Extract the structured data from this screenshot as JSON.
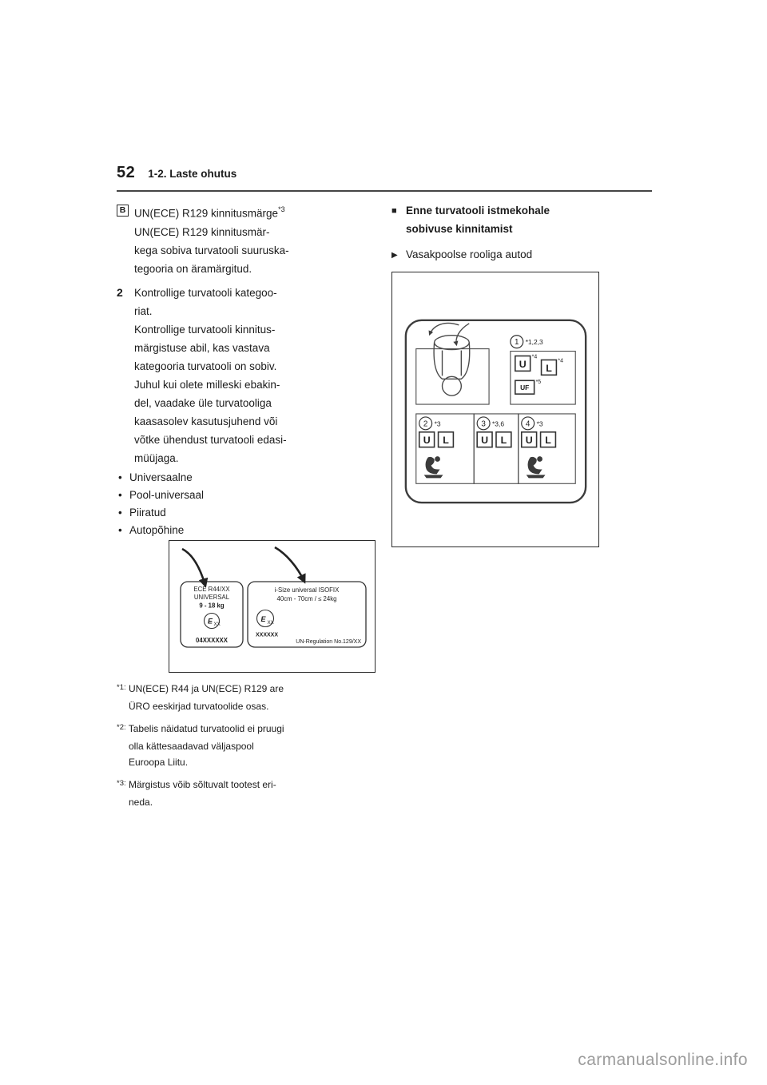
{
  "glyphs": {
    "bullet": "•",
    "square_marker": "■",
    "arrow_marker": "▶"
  },
  "header": {
    "page_number": "52",
    "section_title": "1-2. Laste ohutus"
  },
  "left": {
    "item_b": {
      "marker": "B",
      "title": "UN(ECE) R129 kinnitusmärge",
      "title_sup": "*3",
      "body_lines": [
        "UN(ECE) R129 kinnitusmär-",
        "kega sobiva turvatooli suuruska-",
        "tegooria on äramärgitud."
      ]
    },
    "step2": {
      "number": "2",
      "lines": [
        "Kontrollige turvatooli kategoo-",
        "riat.",
        "Kontrollige turvatooli kinnitus-",
        "märgistuse abil, kas vastava",
        "kategooria turvatooli on sobiv.",
        "Juhul kui olete milleski ebakin-",
        "del, vaadake üle turvatooliga",
        "kaasasolev kasutusjuhend või",
        "võtke ühendust turvatooli edasi-",
        "müüjaga."
      ]
    },
    "bullets": [
      "Universaalne",
      "Pool-universaal",
      "Piiratud",
      "Autopõhine"
    ],
    "label_figure": {
      "ece": {
        "reg_line": "ECE R44/XX",
        "universal": "UNIVERSAL",
        "weight": "9 - 18 kg",
        "e_mark": "E",
        "e_mark_sub": "XX",
        "approval": "04XXXXXX"
      },
      "isize": {
        "title": "i-Size universal ISOFIX",
        "range": "40cm - 70cm / ≤ 24kg",
        "e_mark": "E",
        "e_mark_sub": "XX",
        "code": "XXXXXX",
        "regulation": "UN-Regulation No.129/XX"
      }
    },
    "footnotes": [
      {
        "marker": "*1:",
        "lines": [
          "UN(ECE) R44 ja UN(ECE) R129 are",
          "ÜRO eeskirjad turvatoolide osas."
        ]
      },
      {
        "marker": "*2:",
        "lines": [
          "Tabelis näidatud turvatoolid ei pruugi",
          "olla kättesaadavad väljaspool",
          "Euroopa Liitu."
        ]
      },
      {
        "marker": "*3:",
        "lines": [
          "Märgistus võib sõltuvalt tootest eri-",
          "neda."
        ]
      }
    ]
  },
  "right": {
    "heading_lines": [
      "Enne turvatooli istmekohale",
      "sobivuse kinnitamist"
    ],
    "pointer_text": "Vasakpoolse rooliga autod",
    "diagram": {
      "pos1": {
        "num": "1",
        "note": "*1,2,3",
        "u": "U",
        "u_sup": "*4",
        "l": "L",
        "l_sup": "*4",
        "uf": "UF",
        "uf_sup": "*5"
      },
      "pos2": {
        "num": "2",
        "note": "*3",
        "u": "U",
        "l": "L"
      },
      "pos3": {
        "num": "3",
        "note": "*3,6",
        "u": "U",
        "l": "L"
      },
      "pos4": {
        "num": "4",
        "note": "*3",
        "u": "U",
        "l": "L"
      }
    }
  },
  "watermark": "carmanualsonline.info"
}
